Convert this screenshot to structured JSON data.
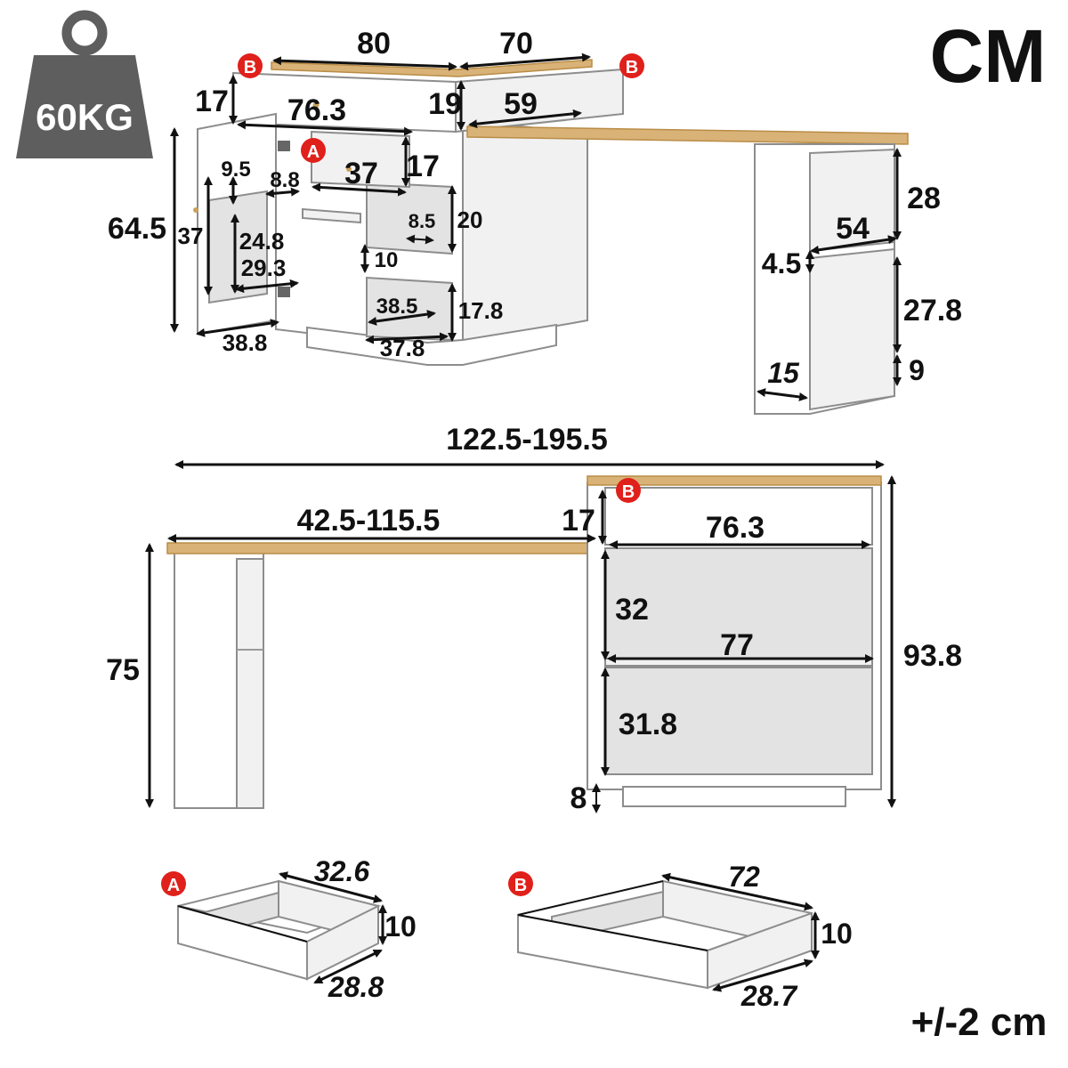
{
  "weight_label": "60KG",
  "unit_label": "CM",
  "tolerance_label": "+/-2 cm",
  "badges": {
    "a": "A",
    "b": "B"
  },
  "colors": {
    "badge": "#e0201b",
    "wood": "#d9b277",
    "weight": "#5e5e5e"
  },
  "top_view": {
    "top_width_left": "80",
    "top_width_right": "70",
    "drawer_height": "17",
    "drawer_width": "76.3",
    "side_drawer_height": "19",
    "side_drawer_width": "59",
    "cabinet_height": "64.5",
    "door_height": "37",
    "shelf_gap": "9.5",
    "hinge_gap": "8.8",
    "inner_drawer_width": "37",
    "inner_drawer_height": "17",
    "door_inner_height": "24.8",
    "door_inner_width": "29.3",
    "cubby_height": "20",
    "cubby_depth": "8.5",
    "cubby_gap": "10",
    "lower_depth": "38.5",
    "lower_height": "17.8",
    "door_width": "38.8",
    "base_width": "37.8",
    "desk_height_upper": "28",
    "desk_depth": "54",
    "desk_gap": "4.5",
    "desk_height_lower": "27.8",
    "desk_base": "9",
    "desk_leg_width": "15"
  },
  "front_view": {
    "total_width": "122.5-195.5",
    "desk_width": "42.5-115.5",
    "drawer_height": "17",
    "drawer_width": "76.3",
    "leg_height": "75",
    "upper_shelf": "32",
    "shelf_width": "77",
    "lower_shelf": "31.8",
    "total_height": "93.8",
    "base_height": "8"
  },
  "drawers": {
    "a_width": "32.6",
    "a_height": "10",
    "a_depth": "28.8",
    "b_width": "72",
    "b_height": "10",
    "b_depth": "28.7"
  }
}
